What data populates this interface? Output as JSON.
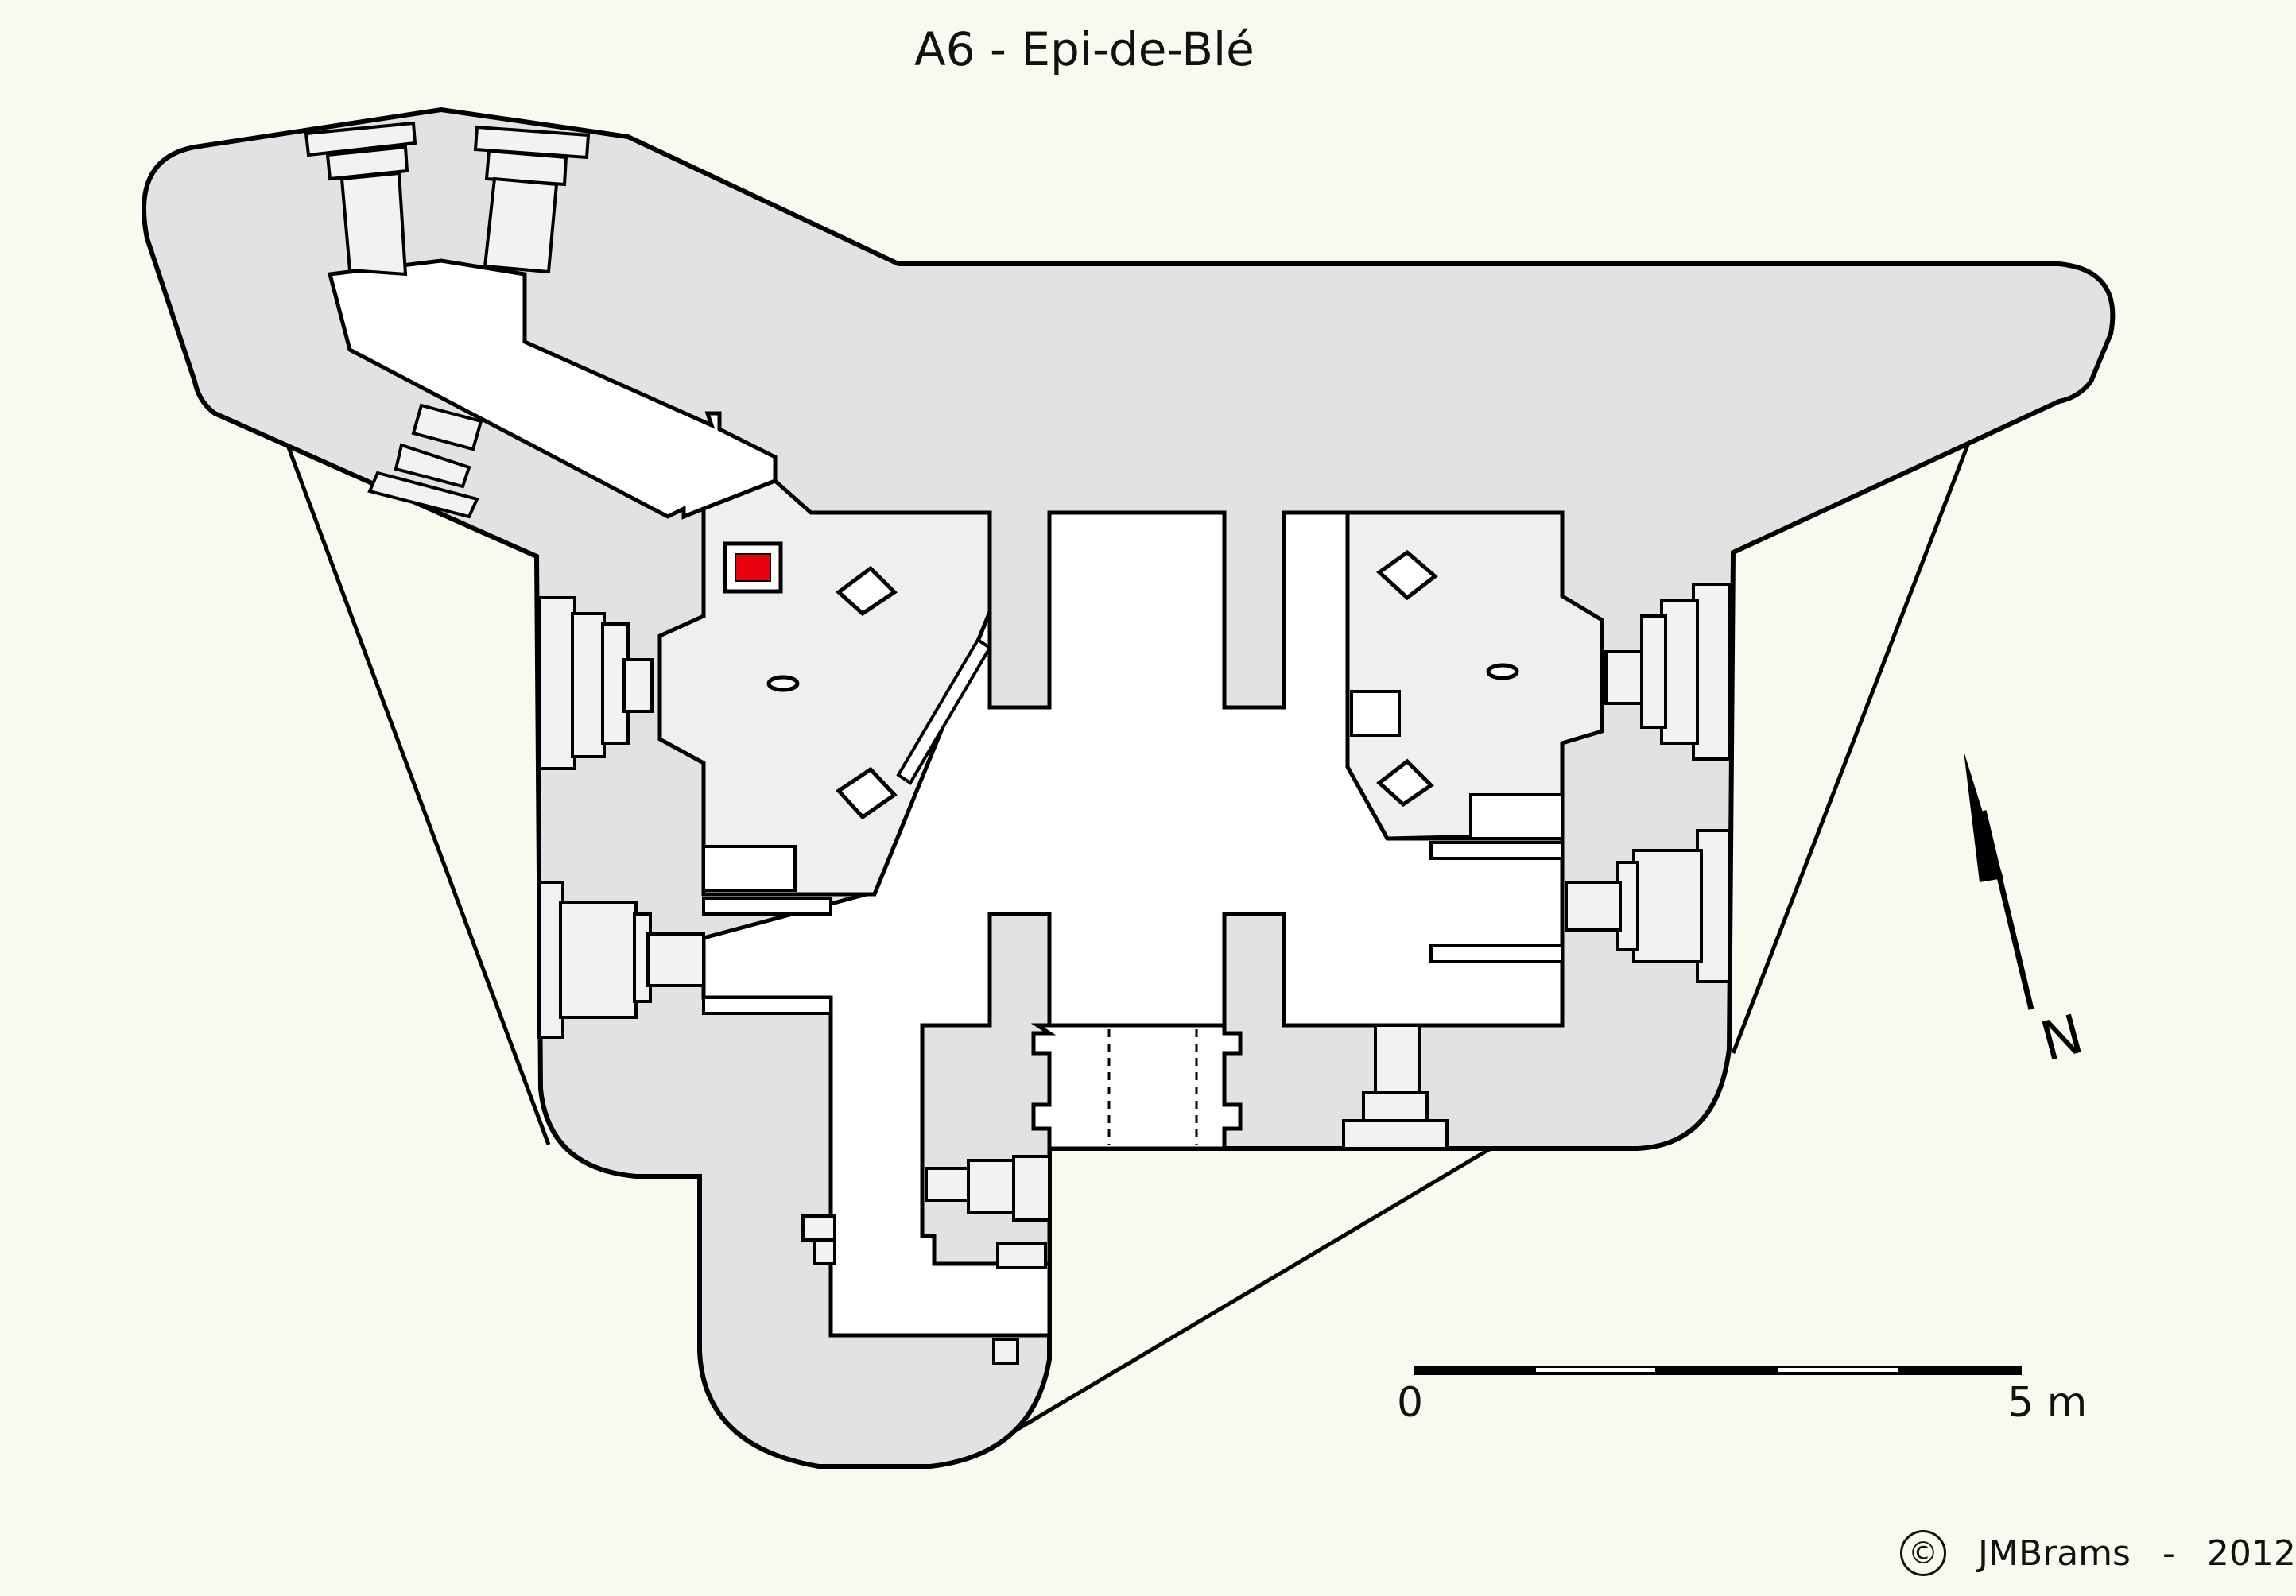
{
  "title": "A6 - Epi-de-Blé",
  "scale": {
    "start_label": "0",
    "end_label": "5 m"
  },
  "north": {
    "label": "N"
  },
  "credit": {
    "symbol": "©",
    "author": "JMBrams",
    "separator": "-",
    "year": "2012"
  },
  "colors": {
    "background": "#f7fbef",
    "mass": "#e2e2e2",
    "room": "#efefef",
    "corridor": "#ffffff",
    "marker": "#e8000c",
    "ink": "#000000"
  }
}
